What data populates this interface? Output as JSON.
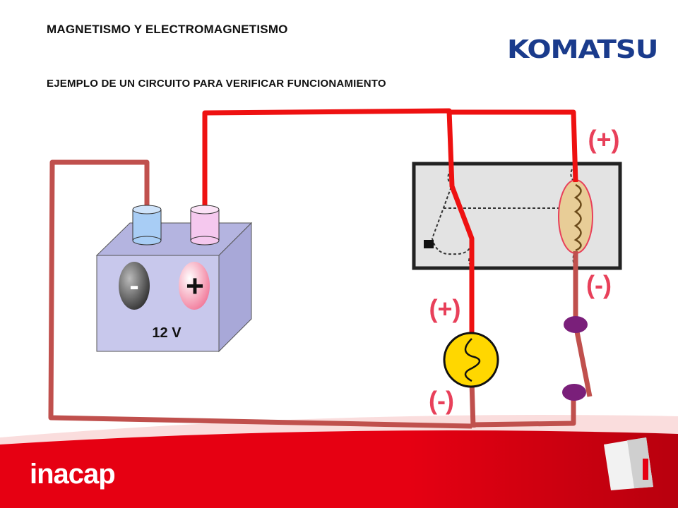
{
  "title": "MAGNETISMO Y ELECTROMAGNETISMO",
  "subtitle": "EJEMPLO DE UN CIRCUITO PARA VERIFICAR FUNCIONAMIENTO",
  "brand_logo": "KOMATSU",
  "footer_logo": "inacap",
  "battery": {
    "minus_symbol": "-",
    "plus_symbol": "+",
    "voltage": "12 V"
  },
  "labels": {
    "relay_coil_positive": "(+)",
    "relay_coil_negative": "(-)",
    "lamp_positive": "(+)",
    "lamp_negative": "(-)"
  },
  "colors": {
    "wire_positive": "#ee1111",
    "wire_negative": "#c0504d",
    "label_red": "#e8405a",
    "battery_side": "#a8a8d8",
    "battery_front": "#c8c8ec",
    "battery_top": "#b4b4e0",
    "terminal_negative": "#a8cdf5",
    "terminal_positive": "#f5c8ee",
    "lamp": "#ffd700",
    "relay_coil": "#e8cd97",
    "switch_contact": "#7a1f7a",
    "footer_red": "#e60012",
    "komatsu_blue": "#1a3b8c"
  }
}
